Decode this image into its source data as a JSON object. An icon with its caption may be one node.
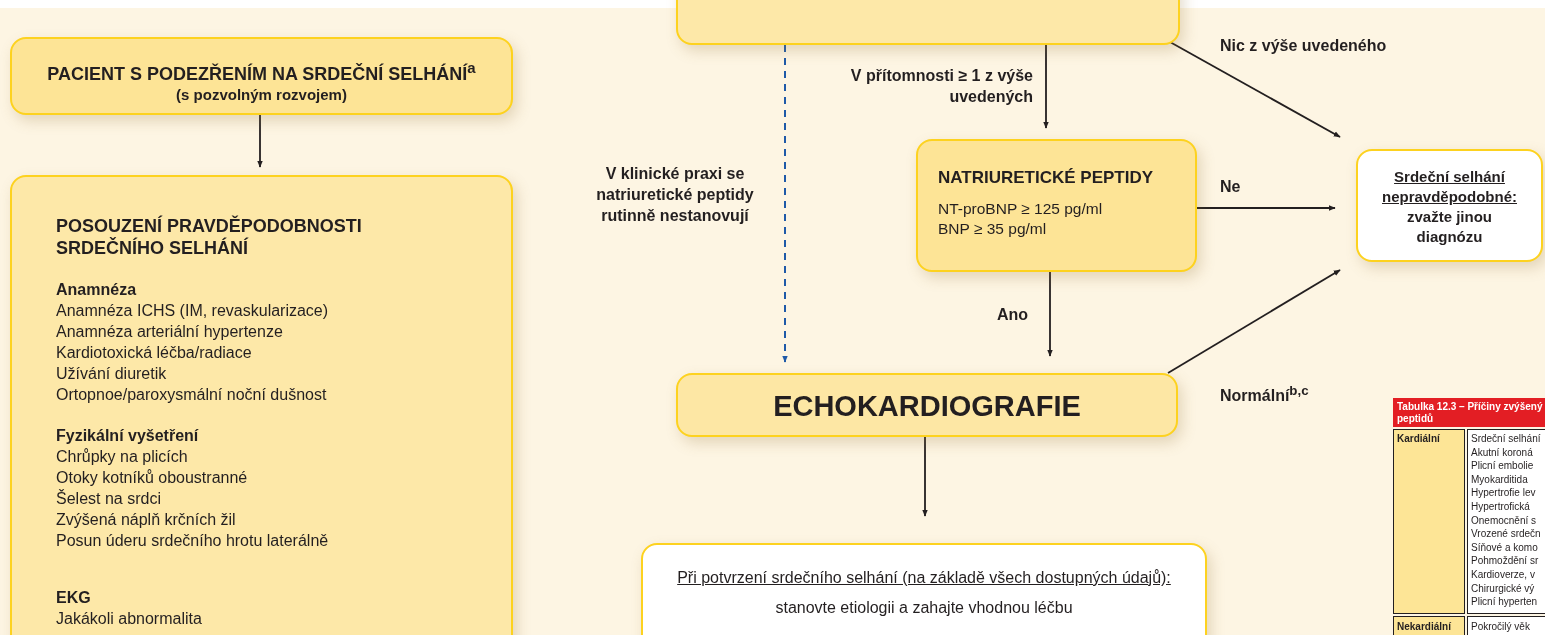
{
  "diagram": {
    "nodes": [
      {
        "text": [
          "PACIENT S PODEZŘENÍM NA SRDEČNÍ SELHÁNÍ$^{a}$",
          "(s pozvolným rozvojem)"
        ]
      },
      {
        "text": [
          "POSOUZENÍ PRAVDĚPODOBNOSTI SRDEČNÍHO SELHÁNÍ",
          "Anamnéza",
          "Anamnéza ICHS (IM, revaskularizace)",
          "Anamnéza arteriální hypertenze",
          "Kardiotoxická léčba/radiace",
          "Užívání diuretik",
          "Ortopnoe/paroxysmální noční dušnost",
          "Fyzikální vyšetření",
          "Chrůpky na plicích",
          "Otoky kotníků oboustranné",
          "Šelest na srdci",
          "Zvýšená náplň krčních žil",
          "Posun úderu srdečního hrotu laterálně",
          "EKG",
          "Jakákoli abnormalita"
        ]
      },
      {
        "text": [],
        "shape": "box"
      },
      {
        "text": [
          "NATRIURETICKÉ PEPTIDY",
          "NT-proBNP ≥ 125 pg/ml",
          "BNP ≥ 35 pg/ml"
        ]
      },
      {
        "text": [
          "Srdeční selhání nepravděpodobné:",
          "zvažte jinou diagnózu"
        ]
      },
      {
        "text": [
          "ECHOKARDIOGRAFIE"
        ]
      },
      {
        "text": [
          "Při potvrzení srdečního selhání (na základě všech dostupných údajů):",
          "stanovte etiologii a zahajte vhodnou léčbu"
        ]
      }
    ],
    "edges": [
      {
        "from": 0,
        "to": 1,
        "arrow": "to"
      },
      {
        "from": 2,
        "to": 3,
        "arrow": "to",
        "label": "V přítomnosti ≥ 1 z výše uvedených"
      },
      {
        "from": 2,
        "to": 4,
        "arrow": "to",
        "label": "Nic z výše uvedeného"
      },
      {
        "from": 2,
        "to": 5,
        "arrow": "to",
        "style": "dashed",
        "color": "#1f5aa8",
        "label": "V klinické praxi se natriuretické peptidy rutinně nestanovují"
      },
      {
        "from": 3,
        "to": 4,
        "arrow": "to",
        "label": "Ne"
      },
      {
        "from": 3,
        "to": 5,
        "arrow": "to",
        "label": "Ano"
      },
      {
        "from": 5,
        "to": 4,
        "arrow": "to",
        "label": "Normální$^{b,c}$"
      },
      {
        "from": 5,
        "to": 6,
        "arrow": "to"
      }
    ],
    "labels": [
      "Tabulka 12.3 – Příčiny zvýšený",
      "peptidů",
      "Kardiální",
      "Srdeční selhání",
      "Akutní koroná",
      "Plicní embolie",
      "Myokarditida",
      "Hypertrofie lev",
      "Hypertrofická",
      "Onemocnění s",
      "Vrozené srdečn",
      "Síňové a komo",
      "Pohmoždění sr",
      "Kardioverze, v",
      "Chirurgické vý",
      "Plicní hyperten",
      "Nekardiální",
      "Pokročilý věk"
    ]
  }
}
